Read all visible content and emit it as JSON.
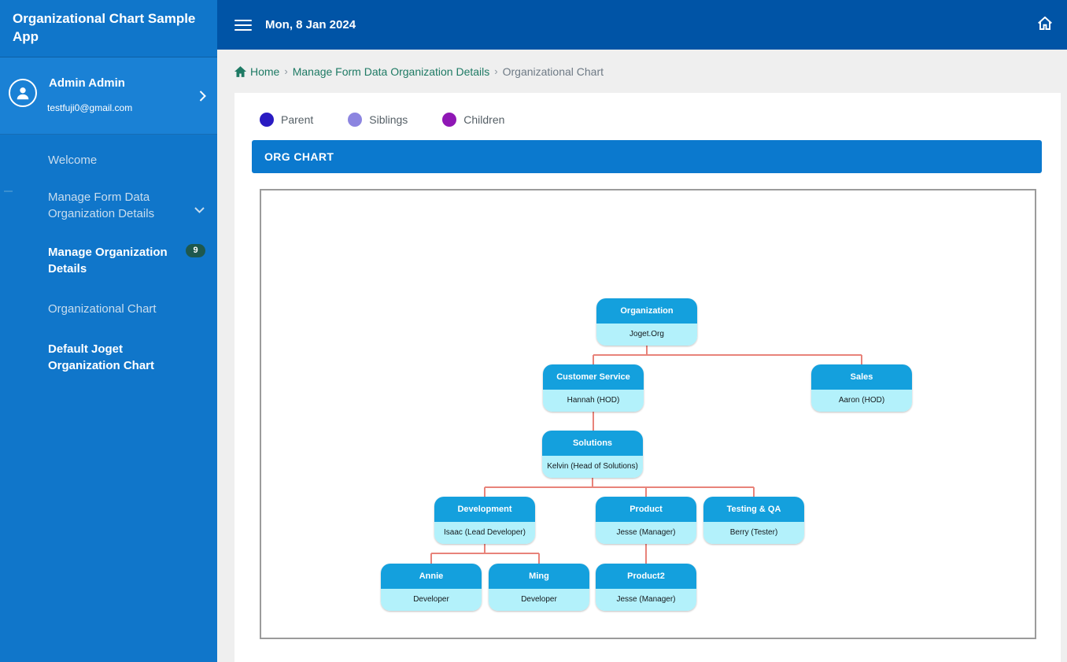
{
  "app": {
    "title": "Organizational Chart Sample App"
  },
  "topbar": {
    "date": "Mon, 8 Jan 2024"
  },
  "sidebar": {
    "user": {
      "name": "Admin Admin",
      "email": "testfuji0@gmail.com"
    },
    "items": [
      {
        "label": "Welcome"
      },
      {
        "label": "Manage Form Data Organization Details",
        "expanded": true
      },
      {
        "label": "Manage Organization Details",
        "badge": "9"
      },
      {
        "label": "Organizational Chart",
        "active": true
      },
      {
        "label": "Default Joget Organization Chart"
      }
    ]
  },
  "breadcrumb": {
    "crumbs": [
      "Home",
      "Manage Form Data Organization Details",
      "Organizational Chart"
    ],
    "separator": "›"
  },
  "legend": {
    "items": [
      {
        "label": "Parent",
        "color": "#2a1bc2"
      },
      {
        "label": "Siblings",
        "color": "#8c85e0"
      },
      {
        "label": "Children",
        "color": "#8f17b5"
      }
    ]
  },
  "panel": {
    "title": "ORG CHART"
  },
  "org_chart": {
    "nodes": [
      {
        "title": "Organization",
        "subtitle": "Joget.Org"
      },
      {
        "title": "Customer Service",
        "subtitle": "Hannah (HOD)"
      },
      {
        "title": "Sales",
        "subtitle": "Aaron (HOD)"
      },
      {
        "title": "Solutions",
        "subtitle": "Kelvin (Head of Solutions)"
      },
      {
        "title": "Development",
        "subtitle": "Isaac (Lead Developer)"
      },
      {
        "title": "Product",
        "subtitle": "Jesse (Manager)"
      },
      {
        "title": "Testing & QA",
        "subtitle": "Berry (Tester)"
      },
      {
        "title": "Annie",
        "subtitle": "Developer"
      },
      {
        "title": "Ming",
        "subtitle": "Developer"
      },
      {
        "title": "Product2",
        "subtitle": "Jesse (Manager)"
      }
    ]
  },
  "colors": {
    "sidebar_bg": "#1076ca",
    "sidebar_profile_bg": "#1a81d5",
    "topbar_bg": "#0054a6",
    "breadcrumb_link": "#1e7a64",
    "breadcrumb_current": "#6e7a85",
    "panel_header_bg": "#0b79ce",
    "node_header_bg": "#14a0dd",
    "node_body_bg": "#b3f1fb",
    "connector": "#e8837a",
    "badge_bg": "#1e584d",
    "page_bg": "#efefef"
  }
}
